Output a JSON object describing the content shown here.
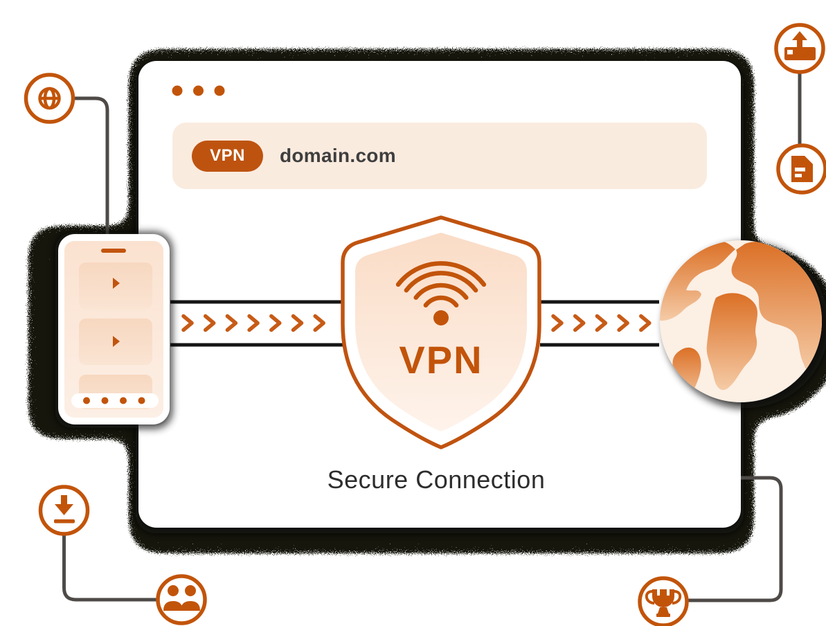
{
  "window": {
    "controls": "three-dots"
  },
  "address_bar": {
    "badge": "VPN",
    "url": "domain.com"
  },
  "shield": {
    "label": "VPN"
  },
  "caption": "Secure Connection",
  "tunnel": {
    "left_arrows": 7,
    "right_arrows": 5,
    "direction": "right"
  },
  "devices": {
    "source": "smartphone-with-video-feed",
    "destination": "internet-globe"
  },
  "peripheral_icons": [
    {
      "name": "web-globe-icon",
      "position": "top-left"
    },
    {
      "name": "upload-drive-icon",
      "position": "top-right"
    },
    {
      "name": "document-icon",
      "position": "right"
    },
    {
      "name": "download-icon",
      "position": "bottom-left"
    },
    {
      "name": "users-icon",
      "position": "bottom"
    },
    {
      "name": "trophy-icon",
      "position": "bottom-right"
    }
  ],
  "colors": {
    "accent": "#C2540A",
    "badge_fill": "#BE5310",
    "peach_bar": "#FAEBDF",
    "peach_screen": "#FBE3D1",
    "pipe_black": "#161616",
    "connector_gray": "#4E4A47",
    "text_dark": "#2D2D2D"
  }
}
